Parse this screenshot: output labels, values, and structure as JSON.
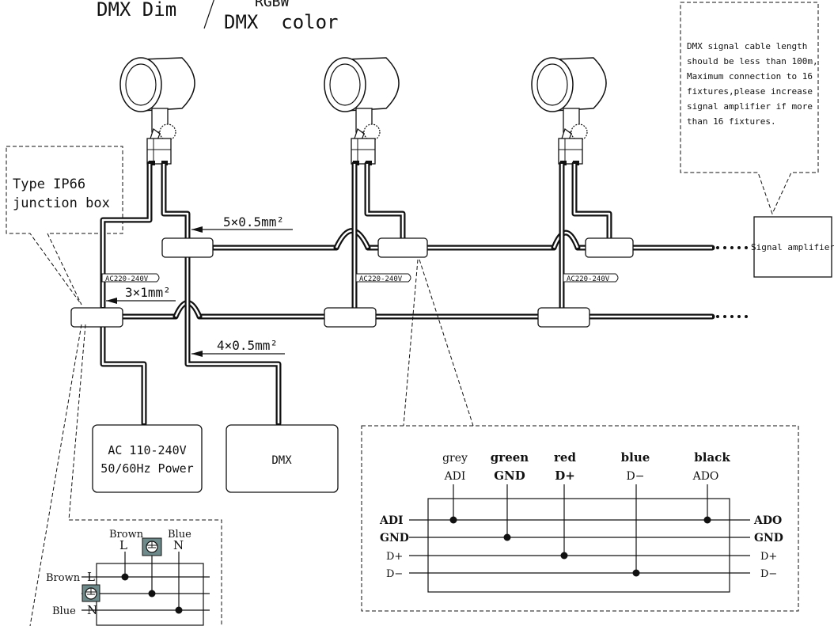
{
  "header": {
    "left": "DMX Dim",
    "right_top": "RGBW",
    "right_bottom": "DMX  color"
  },
  "note": {
    "lines": [
      "DMX signal cable length",
      "should be less than 100m,",
      "Maximum connection to 16",
      "fixtures,please increase",
      "signal amplifier if more",
      "than 16 fixtures."
    ]
  },
  "junction": {
    "line1": "Type IP66",
    "line2": "junction box"
  },
  "cables": {
    "signal": "5×0.5mm²",
    "power": "3×1mm²",
    "dmx": "4×0.5mm²",
    "tag": "AC220-240V"
  },
  "amplifier": {
    "label": "Signal amplifier"
  },
  "power_box": {
    "line1": "AC 110-240V",
    "line2": "50/60Hz Power"
  },
  "dmx_box": {
    "label": "DMX"
  },
  "wiring": {
    "top": [
      {
        "color": "grey",
        "signal": "ADI"
      },
      {
        "color": "green",
        "signal": "GND"
      },
      {
        "color": "red",
        "signal": "D+"
      },
      {
        "color": "blue",
        "signal": "D−"
      },
      {
        "color": "black",
        "signal": "ADO"
      }
    ],
    "left": [
      "ADI",
      "GND",
      "D+",
      "D−"
    ],
    "right": [
      "ADO",
      "GND",
      "D+",
      "D−"
    ]
  },
  "power_wiring": {
    "top_left_color": "Brown",
    "top_left_term": "L",
    "top_right_color": "Blue",
    "top_right_term": "N",
    "left_top_color": "Brown",
    "left_top_term": "L",
    "left_bottom_color": "Blue",
    "left_bottom_term": "N"
  }
}
